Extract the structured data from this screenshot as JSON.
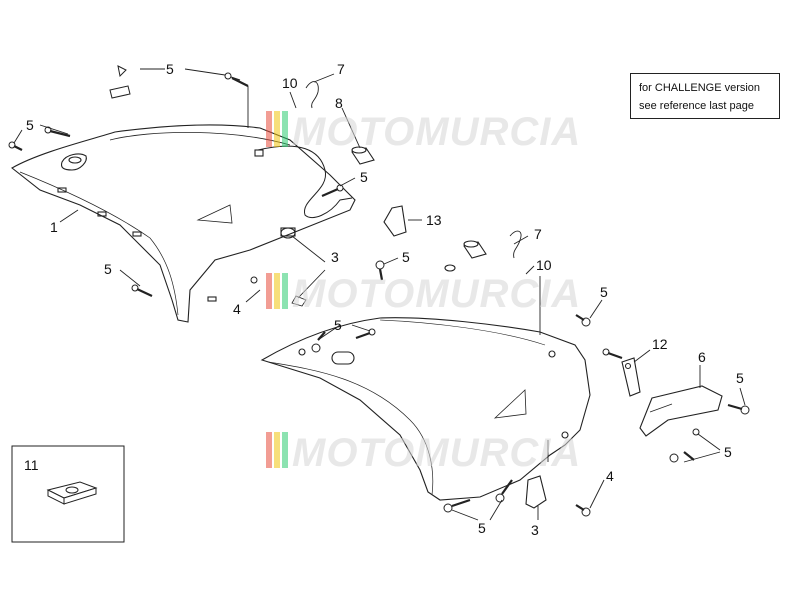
{
  "note": {
    "line1": "for CHALLENGE version",
    "line2": "see reference last page"
  },
  "watermark": {
    "text": "MOTOMURCIA",
    "stripe_colors": [
      "#e74c3c",
      "#f1c40f",
      "#2ecc71"
    ]
  },
  "inset": {
    "label": "11",
    "part": "clip"
  },
  "labels": {
    "l1": "1",
    "l3a": "3",
    "l3b": "3",
    "l4a": "4",
    "l4b": "4",
    "l5a": "5",
    "l5b": "5",
    "l5c": "5",
    "l5d": "5",
    "l5e": "5",
    "l5f": "5",
    "l5g": "5",
    "l5h": "5",
    "l5i": "5",
    "l5j": "5",
    "l6": "6",
    "l7a": "7",
    "l7b": "7",
    "l8": "8",
    "l10a": "10",
    "l10b": "10",
    "l12": "12",
    "l13": "13"
  }
}
